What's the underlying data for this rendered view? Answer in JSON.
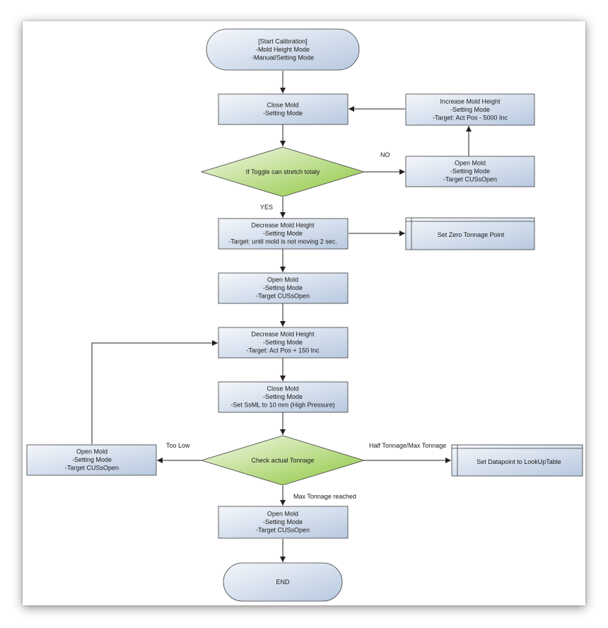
{
  "colors": {
    "box_stroke": "#3b3b3b",
    "box_fill_start": "#f4f7fb",
    "box_fill_end": "#b8c9e0",
    "diamond_fill_start": "#f3f9e8",
    "diamond_fill_end": "#8ec63f",
    "arrow": "#222222",
    "text": "#1a1a1a"
  },
  "nodes": {
    "start": {
      "lines": [
        "[Start Calibration]",
        "-Mold Height Mode",
        "-Manual/Setting Mode"
      ]
    },
    "close_mold_1": {
      "lines": [
        "Close Mold",
        "-Setting Mode"
      ]
    },
    "increase_height": {
      "lines": [
        "Increase Mold Height",
        "-Setting Mode",
        "-Target: Act Pos - 5000 Inc"
      ]
    },
    "toggle_decision": {
      "lines": [
        "If Toggle can stretch totaly"
      ]
    },
    "open_mold_right": {
      "lines": [
        "Open Mold",
        "-Setting Mode",
        "-Target CUSsOpen"
      ]
    },
    "decrease_height_1": {
      "lines": [
        "Decrease Mold Height",
        "-Setting Mode",
        "-Target: until mold is not moving 2 sec."
      ]
    },
    "set_zero": {
      "lines": [
        "Set Zero Tonnage Point"
      ]
    },
    "open_mold_2": {
      "lines": [
        "Open Mold",
        "-Setting Mode",
        "-Target CUSsOpen"
      ]
    },
    "decrease_height_2": {
      "lines": [
        "Decrease Mold Height",
        "-Setting Mode",
        "-Target: Act Pos + 150 Inc"
      ]
    },
    "close_mold_2": {
      "lines": [
        "Close Mold",
        "-Setting Mode",
        "-Set SsML to 10 mm (High Pressure)"
      ]
    },
    "tonnage_decision": {
      "lines": [
        "Check actual Tonnage"
      ]
    },
    "open_mold_left": {
      "lines": [
        "Open Mold",
        "-Setting Mode",
        "-Target CUSsOpen"
      ]
    },
    "set_datapoint": {
      "lines": [
        "Set Datapoint to LookUpTable"
      ]
    },
    "open_mold_final": {
      "lines": [
        "Open Mold",
        "-Setting Mode",
        "-Target CUSsOpen"
      ]
    },
    "end": {
      "lines": [
        "END"
      ]
    }
  },
  "edge_labels": {
    "no": "NO",
    "yes": "YES",
    "too_low": "Too Low",
    "half_max": "Half Tonnage/Max Tonnage",
    "max_reached": "Max Tonnage reached"
  }
}
